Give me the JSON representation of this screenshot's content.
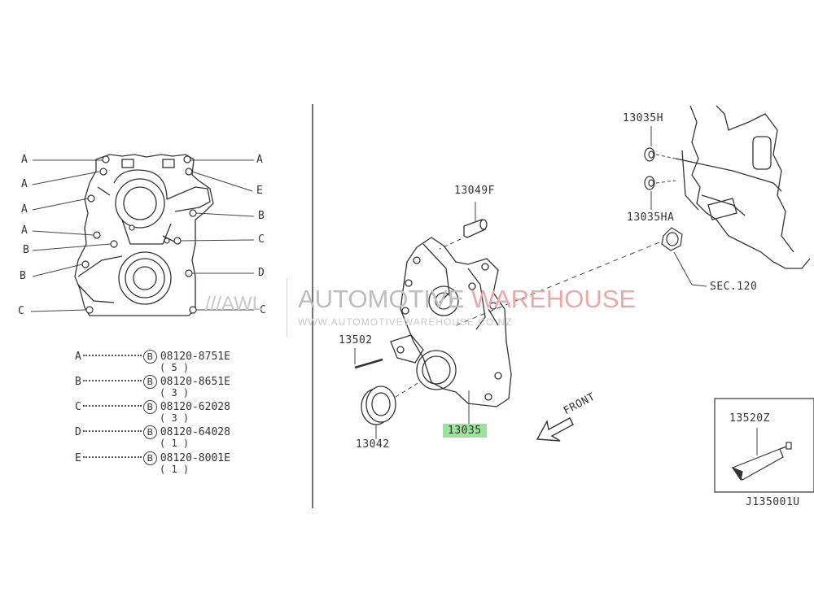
{
  "left_letters": {
    "left": [
      "A",
      "A",
      "A",
      "A",
      "B",
      "B",
      "C"
    ],
    "right": [
      "A",
      "E",
      "B",
      "C",
      "D",
      "C"
    ]
  },
  "bolt_table": [
    {
      "letter": "A",
      "symbol": "B",
      "part": "08120-8751E",
      "qty": "( 5 )"
    },
    {
      "letter": "B",
      "symbol": "B",
      "part": "08120-8651E",
      "qty": "( 3 )"
    },
    {
      "letter": "C",
      "symbol": "B",
      "part": "08120-62028",
      "qty": "( 3 )"
    },
    {
      "letter": "D",
      "symbol": "B",
      "part": "08120-64028",
      "qty": "( 1 )"
    },
    {
      "letter": "E",
      "symbol": "B",
      "part": "08120-8001E",
      "qty": "( 1 )"
    }
  ],
  "callouts": {
    "p13049F": "13049F",
    "p13035H": "13035H",
    "p13035HA": "13035HA",
    "sec120": "SEC.120",
    "p13502": "13502",
    "p13042": "13042",
    "p13035": "13035",
    "front": "FRONT",
    "p13520Z": "13520Z"
  },
  "diagram_id": "J135001U",
  "watermark": {
    "awl": "///AWL",
    "main_grey": "AUTOMOTIVE ",
    "main_red": "WAREHOUSE",
    "url": "WWW.AUTOMOTIVEWAREHOUSE.CO.NZ"
  },
  "colors": {
    "highlight": "#9be29b",
    "line": "#333333",
    "watermark_red": "#e9a9a9"
  }
}
